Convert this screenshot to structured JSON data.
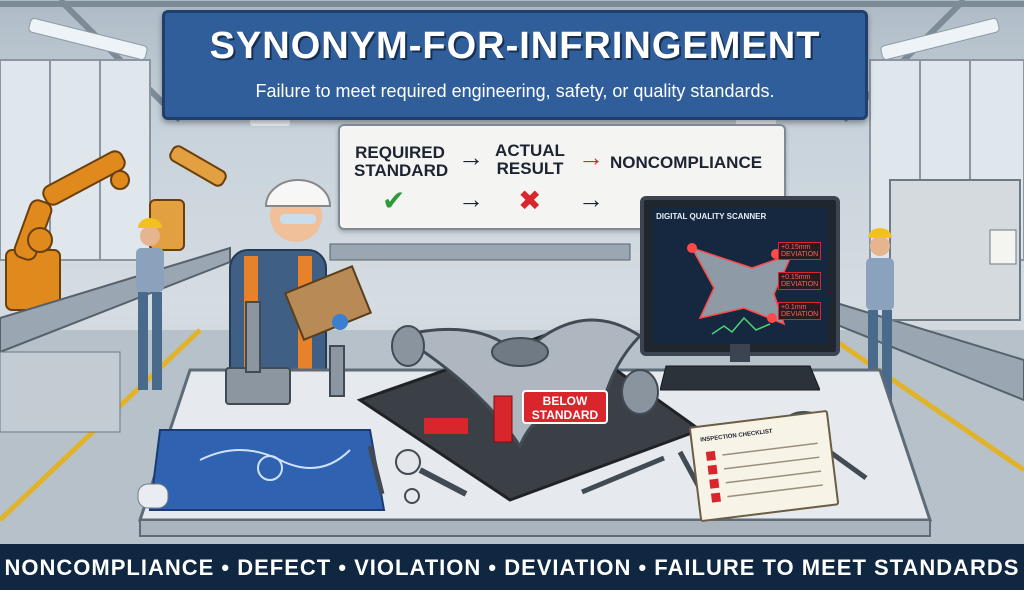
{
  "header": {
    "title": "SYNONYM-FOR-INFRINGEMENT",
    "subtitle": "Failure to meet required engineering, safety, or quality standards."
  },
  "flow": {
    "step1_line1": "REQUIRED",
    "step1_line2": "STANDARD",
    "step2_line1": "ACTUAL",
    "step2_line2": "RESULT",
    "step3": "NONCOMPLIANCE",
    "arrow_glyph": "→",
    "check_glyph": "✔",
    "cross_glyph": "✖"
  },
  "monitor": {
    "title": "DIGITAL QUALITY SCANNER",
    "readout1_line1": "+0.15mm",
    "readout1_line2": "DEVIATION",
    "readout2_line1": "+0.15mm",
    "readout2_line2": "DEVIATION",
    "readout3_line1": "+0.1mm",
    "readout3_line2": "DEVIATION"
  },
  "part_tag": {
    "line1": "BELOW",
    "line2": "STANDARD"
  },
  "checklist": {
    "title": "INSPECTION CHECKLIST"
  },
  "footer": {
    "text": "NONCOMPLIANCE • DEFECT • VIOLATION • DEVIATION • FAILURE TO MEET STANDARDS"
  },
  "colors": {
    "banner": "#2f5e9b",
    "footer": "#0f2740",
    "alert_red": "#d8262c",
    "check_green": "#2e9a3c",
    "robot_orange": "#e08a1e",
    "workwear": "#4a6a8c"
  }
}
